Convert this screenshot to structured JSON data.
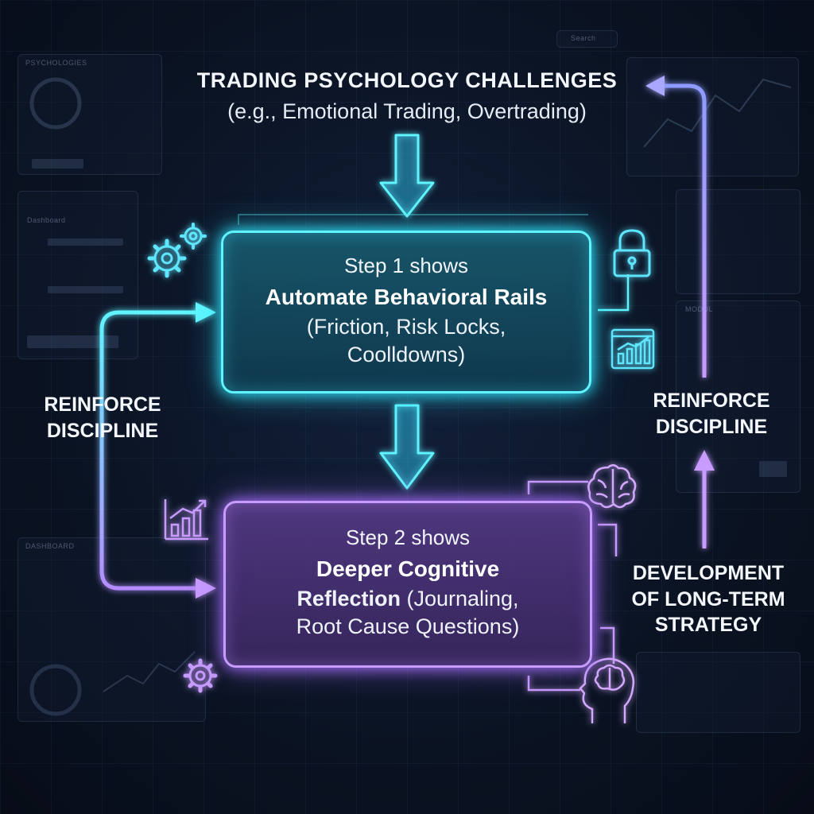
{
  "title": {
    "line1": "TRADING PSYCHOLOGY CHALLENGES",
    "line2": "(e.g., Emotional Trading, Overtrading)"
  },
  "step1": {
    "line1": "Step 1 shows",
    "line2": "Automate Behavioral Rails",
    "line3": "(Friction, Risk Locks,",
    "line4": "Coolldowns)"
  },
  "step2": {
    "line1": "Step 2 shows",
    "line2": "Deeper Cognitive",
    "line3_bold": "Reflection",
    "line3_rest": " (Journaling,",
    "line4": "Root Cause Questions)"
  },
  "left_label": {
    "line1": "REINFORCE",
    "line2": "DISCIPLINE"
  },
  "right_label": {
    "line1": "REINFORCE",
    "line2": "DISCIPLINE"
  },
  "bottom_right_label": {
    "line1": "DEVELOPMENT",
    "line2": "OF LONG-TERM",
    "line3": "STRATEGY"
  },
  "background": {
    "panel_top_left": "PSYCHOLOGIES",
    "panel_left": "Dashboard",
    "panel_bottom_left": "DASHBOARD",
    "search": "Search",
    "panel_right": "MODUL"
  },
  "colors": {
    "cyan": "#5ff4ff",
    "purple": "#c79bff",
    "background": "#0b1424"
  },
  "icons": [
    "gears-icon",
    "lock-icon",
    "bar-chart-icon",
    "brain-icon",
    "head-brain-icon",
    "gear-icon"
  ]
}
